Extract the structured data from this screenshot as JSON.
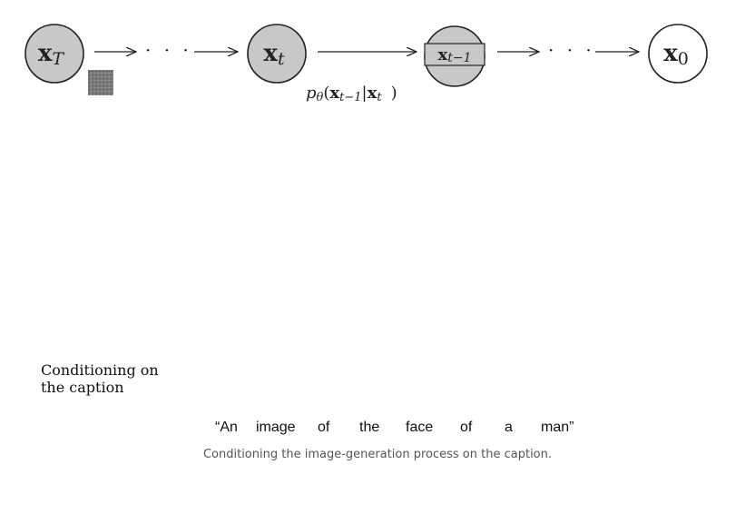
{
  "diagram": {
    "nodes": [
      {
        "id": "xT",
        "symbol": "x",
        "subscript": "T",
        "fill": "#c8c8c8"
      },
      {
        "id": "xt",
        "symbol": "x",
        "subscript": "t",
        "fill": "#c8c8c8"
      },
      {
        "id": "xt1",
        "symbol": "x",
        "subscript": "t−1",
        "fill": "#c8c8c8"
      },
      {
        "id": "x0",
        "symbol": "x",
        "subscript": "0",
        "fill": "#ffffff"
      }
    ],
    "ellipsis": "· · ·",
    "transition": {
      "p": "p",
      "p_sub": "θ",
      "open": "(",
      "x1": "x",
      "x1_sub": "t−1",
      "bar": "|",
      "x2": "x",
      "x2_sub": "t",
      "close": ")"
    },
    "noise_patch_color": "#7a7a7a"
  },
  "conditioning": {
    "line1": "Conditioning on",
    "line2": "the caption"
  },
  "caption_words": [
    "“An",
    "image",
    "of",
    "the",
    "face",
    "of",
    "a",
    "man”"
  ],
  "figure_caption": "Conditioning the image-generation process on the caption."
}
